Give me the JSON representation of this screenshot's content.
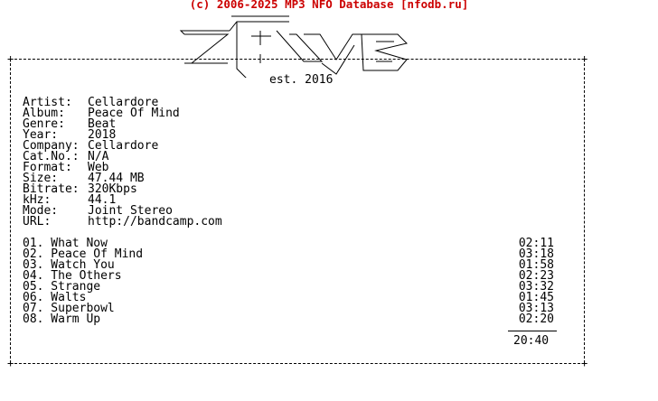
{
  "header": {
    "text": "(c) 2006-2025 MP3 NFO Database [nfodb.ru]"
  },
  "est": "est. 2016",
  "info": [
    {
      "label": "Artist:",
      "value": "Cellardore"
    },
    {
      "label": "Album:",
      "value": "Peace Of Mind"
    },
    {
      "label": "Genre:",
      "value": "Beat"
    },
    {
      "label": "Year:",
      "value": "2018"
    },
    {
      "label": "Company:",
      "value": "Cellardore"
    },
    {
      "label": "Cat.No.:",
      "value": "N/A"
    },
    {
      "label": "Format:",
      "value": "Web"
    },
    {
      "label": "Size:",
      "value": "47.44 MB"
    },
    {
      "label": "Bitrate:",
      "value": "320Kbps"
    },
    {
      "label": "kHz:",
      "value": "44.1"
    },
    {
      "label": "Mode:",
      "value": "Joint Stereo"
    },
    {
      "label": "URL:",
      "value": "http://bandcamp.com"
    }
  ],
  "tracks": [
    {
      "title": "01. What Now",
      "duration": "02:11"
    },
    {
      "title": "02. Peace Of Mind",
      "duration": "03:18"
    },
    {
      "title": "03. Watch You",
      "duration": "01:58"
    },
    {
      "title": "04. The Others",
      "duration": "02:23"
    },
    {
      "title": "05. Strange",
      "duration": "03:32"
    },
    {
      "title": "06. Walts",
      "duration": "01:45"
    },
    {
      "title": "07. Superbowl",
      "duration": "03:13"
    },
    {
      "title": "08. Warm Up",
      "duration": "02:20"
    }
  ],
  "total": "20:40"
}
